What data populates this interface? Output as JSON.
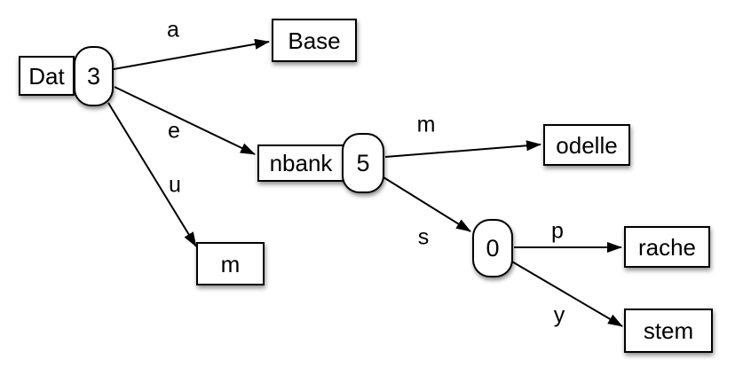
{
  "diagram": {
    "description": "Radix trie diagram",
    "colors": {
      "background": "#ffffff",
      "node_fill": "#ffffff",
      "stroke": "#000000",
      "text": "#000000"
    },
    "boxes": [
      {
        "id": "dat",
        "label": "Dat"
      },
      {
        "id": "base",
        "label": "Base"
      },
      {
        "id": "nbank",
        "label": "nbank"
      },
      {
        "id": "m",
        "label": "m"
      },
      {
        "id": "odelle",
        "label": "odelle"
      },
      {
        "id": "rache",
        "label": "rache"
      },
      {
        "id": "stem",
        "label": "stem"
      }
    ],
    "count_nodes": [
      {
        "id": "root-count",
        "label": "3"
      },
      {
        "id": "nbank-count",
        "label": "5"
      },
      {
        "id": "s-count",
        "label": "0"
      }
    ],
    "edges": [
      {
        "id": "a",
        "label": "a",
        "from": "root-count",
        "to": "base"
      },
      {
        "id": "e",
        "label": "e",
        "from": "root-count",
        "to": "nbank"
      },
      {
        "id": "u",
        "label": "u",
        "from": "root-count",
        "to": "m"
      },
      {
        "id": "m",
        "label": "m",
        "from": "nbank-count",
        "to": "odelle"
      },
      {
        "id": "s",
        "label": "s",
        "from": "nbank-count",
        "to": "s-count"
      },
      {
        "id": "p",
        "label": "p",
        "from": "s-count",
        "to": "rache"
      },
      {
        "id": "y",
        "label": "y",
        "from": "s-count",
        "to": "stem"
      }
    ]
  }
}
